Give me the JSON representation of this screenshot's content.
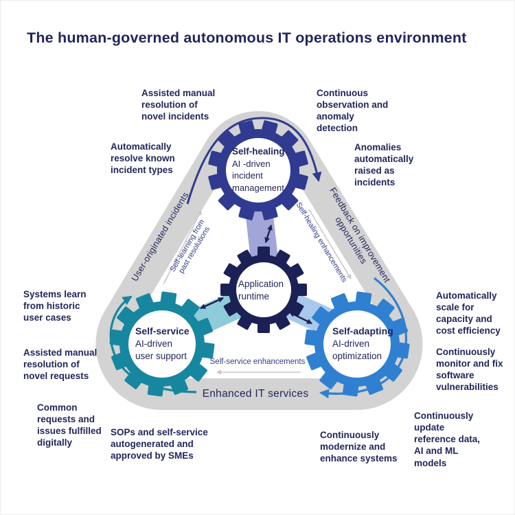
{
  "title": "The human-governed autonomous IT operations environment",
  "colors": {
    "navy_text": "#21265a",
    "gear_navy": "#2f3a90",
    "gear_dark": "#1c2155",
    "gear_teal": "#17879f",
    "gear_blue": "#2f80d0",
    "arm_lavender": "#a2a5d8",
    "arm_teal": "#8fccd9",
    "arm_blue": "#a9c9ec",
    "band_gray": "#d3d3d3",
    "arrow_gray": "#c7c7c7",
    "inner_label": "#333b88"
  },
  "gears": {
    "self_healing": {
      "title": "Self-healing",
      "subtitle": "AI -driven\nincident\nmanagement"
    },
    "application_runtime": {
      "title": "Application\nruntime"
    },
    "self_service": {
      "title": "Self-service",
      "subtitle": "AI-driven\nuser support"
    },
    "self_adapting": {
      "title": "Self-adapting",
      "subtitle": "AI-driven\noptimization"
    }
  },
  "band_labels": {
    "left": "User-originated incidents",
    "right": "Feedback on improvement\nopportunities",
    "bottom": "Enhanced IT services"
  },
  "inner_labels": {
    "left": "Self-learning from\npast resolutions",
    "right": "Self-healing enhancements",
    "bottom": "Self-service enhancements"
  },
  "annotations": {
    "assisted_incidents": "Assisted manual\nresolution of\nnovel incidents",
    "continuous_observation": "Continuous\nobservation and\nanomaly\ndetection",
    "auto_resolve": "Automatically\nresolve known\nincident types",
    "anomalies_raised": "Anomalies\nautomatically\nraised as\nincidents",
    "systems_learn": "Systems learn\nfrom historic\nuser cases",
    "assisted_requests": "Assisted manual\nresolution of\nnovel requests",
    "common_requests": "Common\nrequests and\nissues fulfilled\ndigitally",
    "sops": "SOPs and self-service\nautogenerated and\napproved by SMEs",
    "modernize": "Continuously\nmodernize and\nenhance systems",
    "update_models": "Continuously\nupdate\nreference data,\nAI and ML\nmodels",
    "auto_scale": "Automatically\nscale for\ncapacity and\ncost efficiency",
    "monitor_fix": "Continuously\nmonitor and fix\nsoftware\nvulnerabilities"
  }
}
